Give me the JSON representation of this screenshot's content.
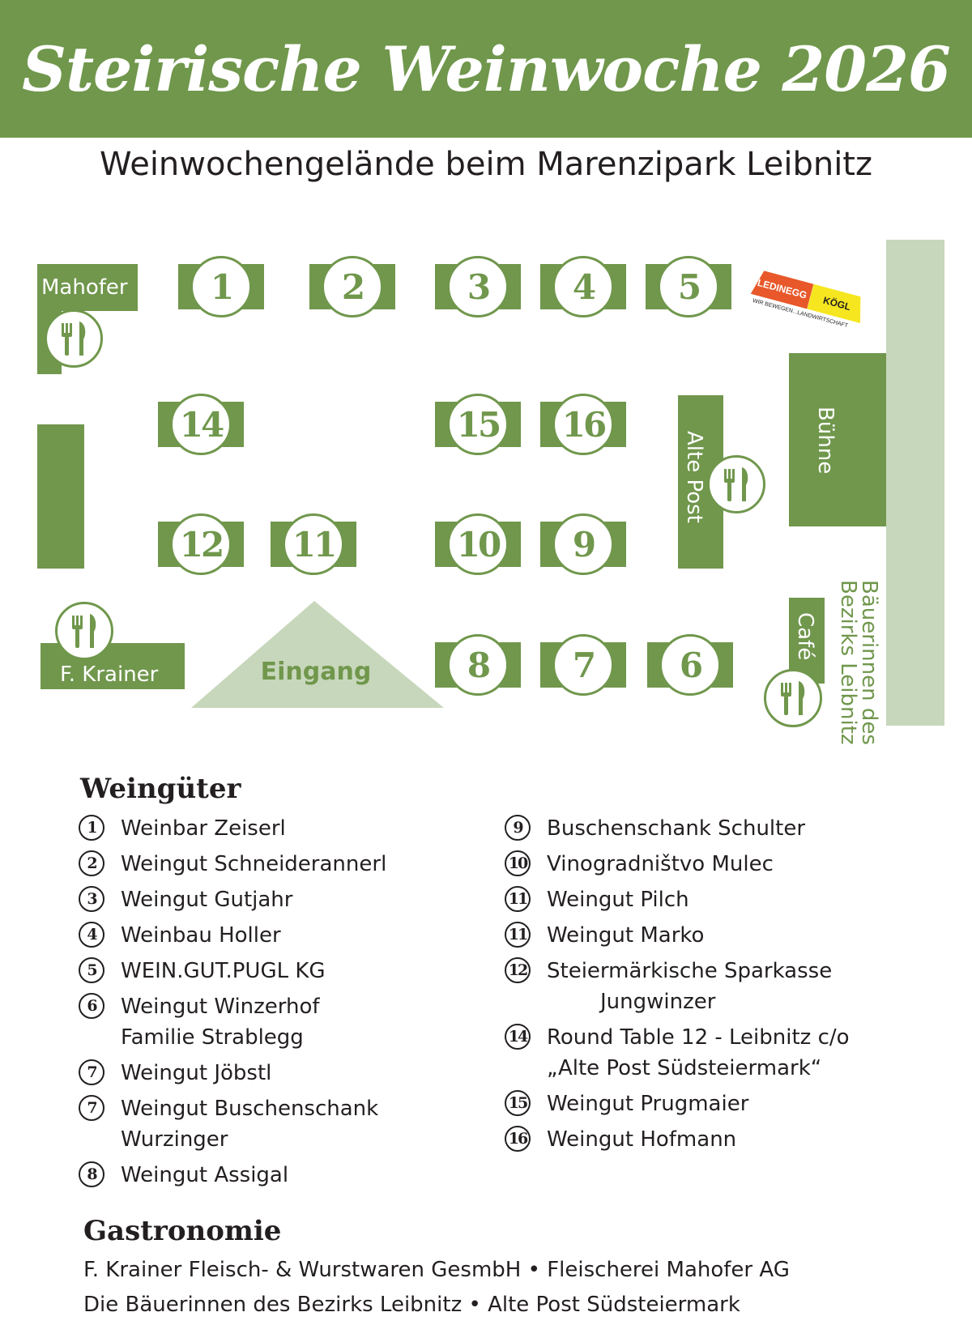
{
  "header": {
    "title": "Steirische Weinwoche 2026"
  },
  "subtitle": "Weinwochengelände beim Marenzipark Leibnitz",
  "map": {
    "stands": [
      "1",
      "2",
      "3",
      "4",
      "5",
      "6",
      "7",
      "8",
      "9",
      "10",
      "11",
      "12",
      "14",
      "15",
      "16"
    ],
    "labels": {
      "mahofer": "Mahofer",
      "krainer": "F. Krainer",
      "eingang": "Eingang",
      "alte_post": "Alte Post",
      "buehne": "Bühne",
      "cafe": "Café",
      "baeuerinnen_line1": "Bäuerinnen des",
      "baeuerinnen_line2": "Bezirks Leibnitz"
    },
    "sponsor": {
      "part1": "LEDINEGG",
      "part2": "KÖGL",
      "tagline": "WIR BEWEGEN...LANDWIRTSCHAFT"
    },
    "icon": "fork-knife-icon",
    "colors": {
      "green": "#70974c",
      "light_green": "#c7d7bb"
    }
  },
  "weingueter": {
    "heading": "Weingüter",
    "left": [
      {
        "num": "1",
        "name": "Weinbar Zeiserl"
      },
      {
        "num": "2",
        "name": "Weingut Schneiderannerl"
      },
      {
        "num": "3",
        "name": "Weingut Gutjahr"
      },
      {
        "num": "4",
        "name": "Weinbau Holler"
      },
      {
        "num": "5",
        "name": "WEIN.GUT.PUGL KG"
      },
      {
        "num": "6",
        "name": "Weingut Winzerhof",
        "name2": "Familie Strablegg"
      },
      {
        "num": "7",
        "name": "Weingut Jöbstl"
      },
      {
        "num": "7",
        "name": "Weingut Buschenschank",
        "name2": "Wurzinger"
      },
      {
        "num": "8",
        "name": "Weingut Assigal"
      }
    ],
    "right": [
      {
        "num": "9",
        "name": "Buschenschank Schulter"
      },
      {
        "num": "10",
        "name": "Vinogradništvo Mulec"
      },
      {
        "num": "11",
        "name": "Weingut Pilch"
      },
      {
        "num": "11",
        "name": "Weingut Marko"
      },
      {
        "num": "12",
        "name": "Steiermärkische Sparkasse",
        "name2": "Jungwinzer"
      },
      {
        "num": "14",
        "name": "Round Table 12 - Leibnitz c/o",
        "name2": "„Alte Post Südsteiermark“"
      },
      {
        "num": "15",
        "name": "Weingut Prugmaier"
      },
      {
        "num": "16",
        "name": "Weingut Hofmann"
      }
    ]
  },
  "gastronomie": {
    "heading": "Gastronomie",
    "line1": "F. Krainer Fleisch- & Wurstwaren GesmbH  •  Fleischerei Mahofer AG",
    "line2": "Die Bäuerinnen des Bezirks Leibnitz  •  Alte Post Südsteiermark"
  }
}
